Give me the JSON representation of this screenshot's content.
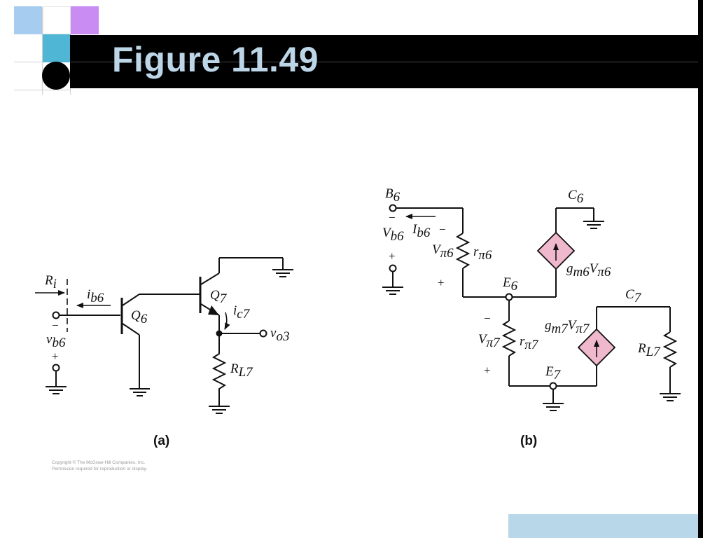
{
  "slide": {
    "title": "Figure 11.49",
    "copyright_line1": "Copyright © The McGraw-Hill Companies, Inc.",
    "copyright_line2": "Permission required for reproduction or display."
  },
  "colors": {
    "title_bar": "#000000",
    "title_text": "#bcd6e8",
    "deco_blue": "#a6cdf0",
    "deco_purple": "#c98cf2",
    "deco_teal": "#4fb7d5",
    "bottom_box": "#b8d8ea",
    "source_fill": "#f0b8cc"
  },
  "circuit_a": {
    "caption": "(a)",
    "Ri": "R",
    "Ri_sub": "i",
    "ib6": "i",
    "ib6_sub": "b6",
    "Q6": "Q",
    "Q6_sub": "6",
    "Q7": "Q",
    "Q7_sub": "7",
    "ic7": "i",
    "ic7_sub": "c7",
    "vo3": "v",
    "vo3_sub": "o3",
    "RL7": "R",
    "RL7_sub": "L7",
    "vb6": "v",
    "vb6_sub": "b6",
    "minus": "−",
    "plus": "+"
  },
  "circuit_b": {
    "caption": "(b)",
    "B6": "B",
    "B6_sub": "6",
    "C6": "C",
    "C6_sub": "6",
    "Vb6": "V",
    "Vb6_sub": "b6",
    "Ib6": "I",
    "Ib6_sub": "b6",
    "Vpi6": "V",
    "Vpi6_sub": "π6",
    "rpi6": "r",
    "rpi6_sub": "π6",
    "gm6": "g",
    "gm6_sub": "m6",
    "gm6V": "V",
    "gm6V_sub": "π6",
    "E6": "E",
    "E6_sub": "6",
    "C7": "C",
    "C7_sub": "7",
    "gm7": "g",
    "gm7_sub": "m7",
    "gm7V": "V",
    "gm7V_sub": "π7",
    "Vpi7": "V",
    "Vpi7_sub": "π7",
    "rpi7": "r",
    "rpi7_sub": "π7",
    "RL7": "R",
    "RL7_sub": "L7",
    "E7": "E",
    "E7_sub": "7",
    "minus": "−",
    "plus": "+"
  }
}
